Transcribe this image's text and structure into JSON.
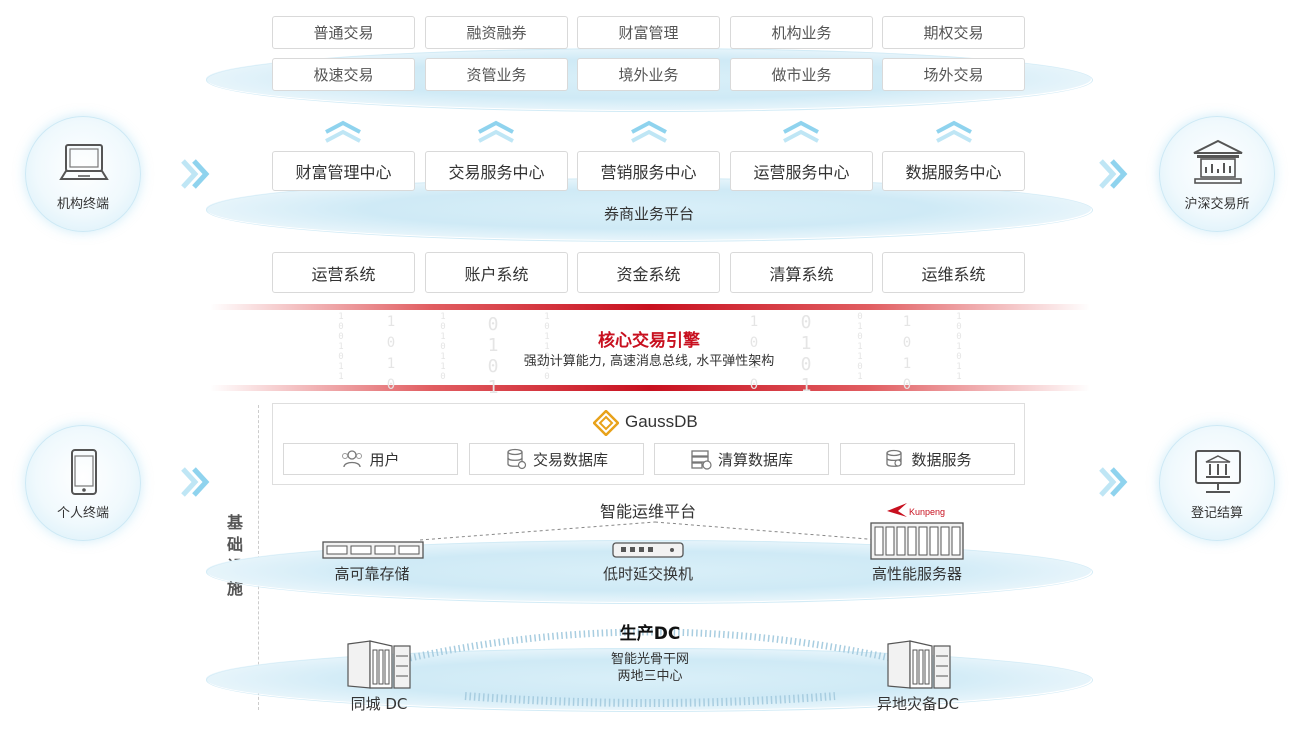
{
  "top_business": {
    "row1": [
      "普通交易",
      "融资融券",
      "财富管理",
      "机构业务",
      "期权交易"
    ],
    "row2": [
      "极速交易",
      "资管业务",
      "境外业务",
      "做市业务",
      "场外交易"
    ]
  },
  "platform": {
    "centers": [
      "财富管理中心",
      "交易服务中心",
      "营销服务中心",
      "运营服务中心",
      "数据服务中心"
    ],
    "title": "券商业务平台"
  },
  "systems": [
    "运营系统",
    "账户系统",
    "资金系统",
    "清算系统",
    "运维系统"
  ],
  "core_engine": {
    "title": "核心交易引擎",
    "subtitle": "强劲计算能力, 高速消息总线, 水平弹性架构"
  },
  "database": {
    "brand": "GaussDB",
    "items": [
      {
        "label": "用户",
        "icon": "users-icon"
      },
      {
        "label": "交易数据库",
        "icon": "database-icon"
      },
      {
        "label": "清算数据库",
        "icon": "clearing-db-icon"
      },
      {
        "label": "数据服务",
        "icon": "data-service-icon"
      }
    ]
  },
  "infrastructure": {
    "side_label": [
      "基",
      "础",
      "设",
      "施"
    ],
    "ops_platform": "智能运维平台",
    "kunpeng_logo": "Kunpeng",
    "devices": [
      "高可靠存储",
      "低时延交换机",
      "高性能服务器"
    ]
  },
  "dc": {
    "title": "生产DC",
    "line1": "智能光骨干网",
    "line2": "两地三中心",
    "left": "同城 DC",
    "right": "异地灾备DC"
  },
  "endpoints": {
    "left_top": "机构终端",
    "left_bottom": "个人终端",
    "right_top": "沪深交易所",
    "right_bottom": "登记结算"
  },
  "colors": {
    "accent_red": "#c8101f",
    "disc_blue": "#cfeaf6",
    "icon_gray": "#666666",
    "gauss_orange": "#e8a21a"
  }
}
